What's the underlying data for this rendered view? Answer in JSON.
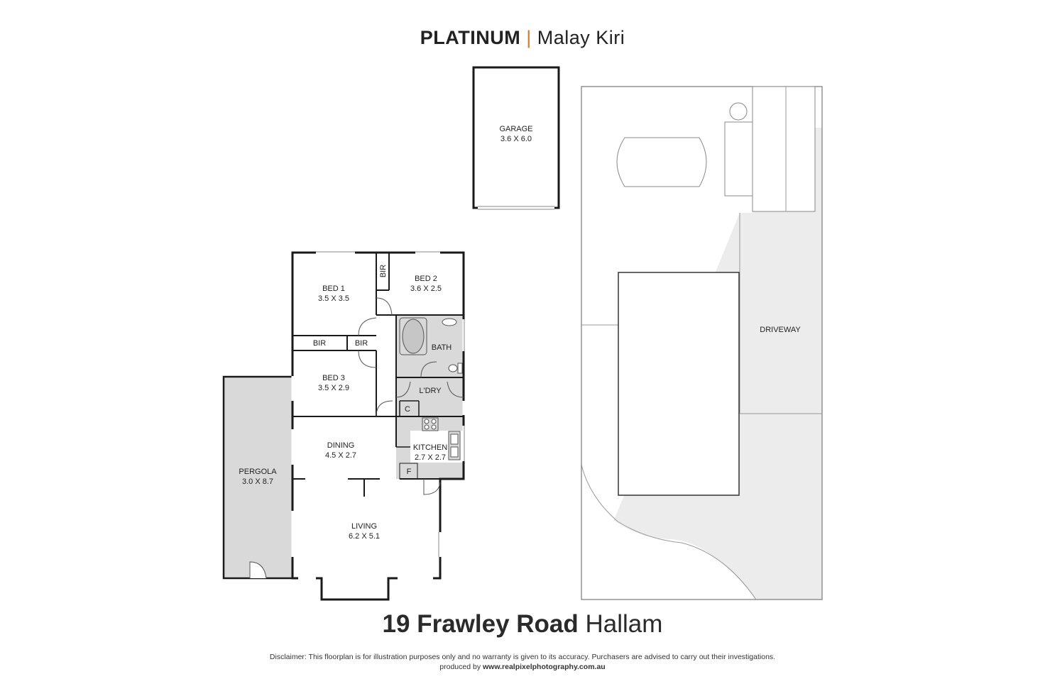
{
  "header": {
    "brand": "PLATINUM",
    "separator": "|",
    "agent": "Malay Kiri"
  },
  "rooms": {
    "garage": {
      "name": "GARAGE",
      "dims": "3.6 X 6.0"
    },
    "bed1": {
      "name": "BED 1",
      "dims": "3.5 X 3.5"
    },
    "bed2": {
      "name": "BED 2",
      "dims": "3.6 X 2.5"
    },
    "bed3": {
      "name": "BED 3",
      "dims": "3.5 X 2.9"
    },
    "bir_top": "BIR",
    "bir_left": "BIR",
    "bir_right": "BIR",
    "bath": "BATH",
    "laundry": "L'DRY",
    "cupboard": "C",
    "fridge": "F",
    "dining": {
      "name": "DINING",
      "dims": "4.5 X 2.7"
    },
    "kitchen": {
      "name": "KITCHEN",
      "dims": "2.7 X 2.7"
    },
    "pergola": {
      "name": "PERGOLA",
      "dims": "3.0 X 8.7"
    },
    "living": {
      "name": "LIVING",
      "dims": "6.2 X 5.1"
    },
    "driveway": "DRIVEWAY"
  },
  "address": {
    "street": "19 Frawley Road",
    "suburb": "Hallam"
  },
  "disclaimer": {
    "text": "Disclaimer: This floorplan is for illustration purposes only and no warranty is given to its accuracy. Purchasers are advised to carry out their investigations.",
    "produced_by": "produced by",
    "website": "www.realpixelphotography.com.au"
  },
  "colors": {
    "wall": "#1a1a1a",
    "fill_grey": "#d9d9d9",
    "yard_grey": "#ececec",
    "accent": "#e07a1f"
  }
}
